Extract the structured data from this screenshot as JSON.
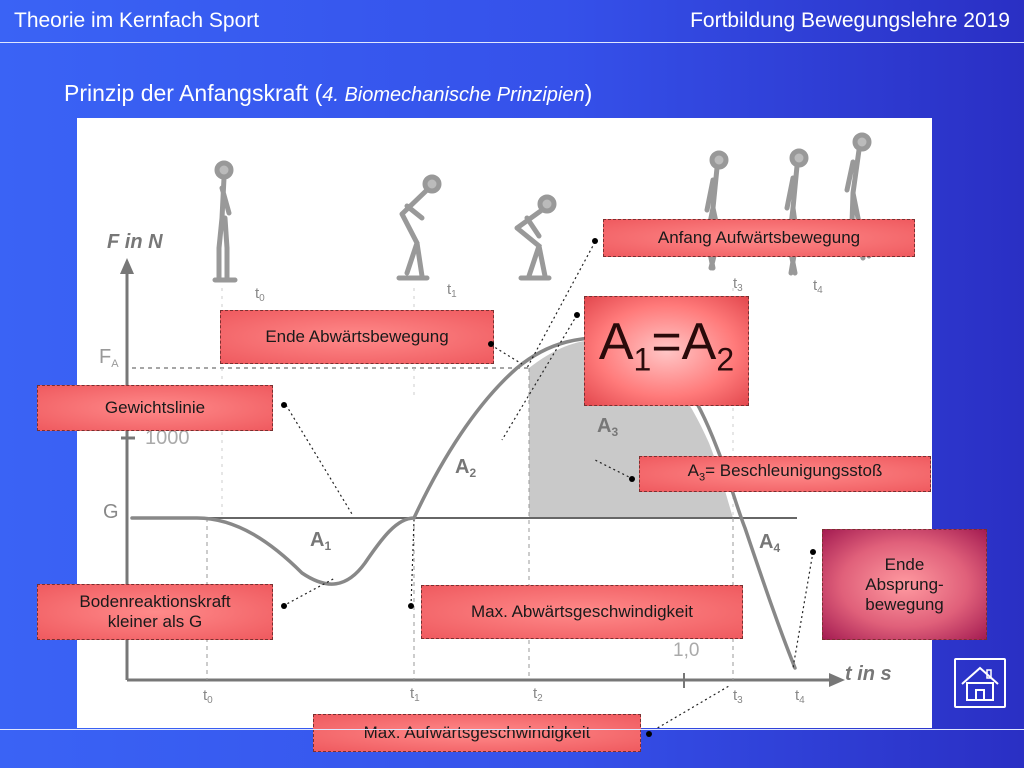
{
  "header": {
    "left": "Theorie im Kernfach Sport",
    "right": "Fortbildung Bewegungslehre 2019"
  },
  "title": {
    "main": "Prinzip  der Anfangskraft (",
    "sub": "4. Biomechanische Prinzipien",
    "close": ")"
  },
  "diagram": {
    "y_axis_label": "F in N",
    "x_axis_label": "t in s",
    "fa_label": "F",
    "fa_sub": "A",
    "tick_1000": "1000",
    "g_label": "G",
    "tick_10": "1,0",
    "time_labels": [
      "t",
      "t",
      "t",
      "t",
      "t"
    ],
    "time_subs": [
      "0",
      "1",
      "2",
      "3",
      "4"
    ],
    "area_labels": [
      "A",
      "A",
      "A",
      "A"
    ],
    "area_subs": [
      "1",
      "2",
      "3",
      "4"
    ]
  },
  "callouts": {
    "anfang_aufwaerts": "Anfang Aufwärtsbewegung",
    "ende_abwaerts": "Ende Abwärtsbewegung",
    "gewichtslinie": "Gewichtslinie",
    "a3_prefix": "A",
    "a3_sub": "3",
    "a3_text": "= Beschleunigungsstoß",
    "bodenreaktion_1": "Bodenreaktionskraft",
    "bodenreaktion_2": "kleiner als G",
    "max_abwaerts": "Max. Abwärtsgeschwindigkeit",
    "ende_absprung_1": "Ende",
    "ende_absprung_2": "Absprung-",
    "ende_absprung_3": "bewegung",
    "max_aufwaerts": "Max. Aufwärtsgeschwindigkeit",
    "equation_a": "A",
    "equation_sub1": "1",
    "equation_eq": "=A",
    "equation_sub2": "2"
  },
  "icons": {
    "home": "home-icon"
  },
  "colors": {
    "background": "#3551ea",
    "callout": "#ef5a5f",
    "callout_dark": "#a41c52",
    "shaded_area": "#c8c8c8"
  }
}
